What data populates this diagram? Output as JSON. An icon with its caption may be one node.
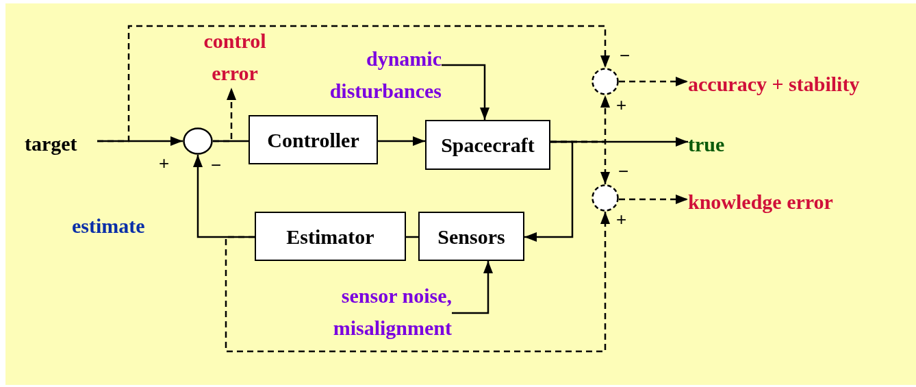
{
  "diagram": {
    "nodes": [
      {
        "text": [
          "target"
        ]
      },
      {
        "text": [],
        "shape": "circle"
      },
      {
        "text": [
          "control error"
        ]
      },
      {
        "text": [
          "Controller"
        ]
      },
      {
        "text": [
          "dynamic disturbances"
        ]
      },
      {
        "text": [
          "Spacecraft"
        ]
      },
      {
        "text": [],
        "shape": "circle"
      },
      {
        "text": [
          "accuracy + stability"
        ]
      },
      {
        "text": [
          "true"
        ]
      },
      {
        "text": [],
        "shape": "circle"
      },
      {
        "text": [
          "knowledge error"
        ]
      },
      {
        "text": [
          "Sensors"
        ]
      },
      {
        "text": [
          "Estimator"
        ]
      },
      {
        "text": [
          "sensor noise, misalignment"
        ]
      }
    ],
    "edges": [
      {
        "from": 0,
        "to": 1,
        "arrow": "to"
      },
      {
        "from": 0,
        "to": 6,
        "arrow": "to",
        "style": "dashed"
      },
      {
        "from": 1,
        "to": 2,
        "arrow": "to",
        "style": "dashed"
      },
      {
        "from": 1,
        "to": 3,
        "arrow": "none"
      },
      {
        "from": 3,
        "to": 5,
        "arrow": "to"
      },
      {
        "from": 4,
        "to": 5,
        "arrow": "to"
      },
      {
        "from": 5,
        "to": 8,
        "arrow": "to"
      },
      {
        "from": 5,
        "to": 11,
        "arrow": "to"
      },
      {
        "from": 5,
        "to": 6,
        "arrow": "to",
        "style": "dashed"
      },
      {
        "from": 5,
        "to": 9,
        "arrow": "to",
        "style": "dashed"
      },
      {
        "from": 6,
        "to": 7,
        "arrow": "to",
        "style": "dashed"
      },
      {
        "from": 9,
        "to": 10,
        "arrow": "to",
        "style": "dashed"
      },
      {
        "from": 11,
        "to": 12,
        "arrow": "none"
      },
      {
        "from": 12,
        "to": 1,
        "arrow": "to"
      },
      {
        "from": 12,
        "to": 9,
        "arrow": "to",
        "style": "dashed"
      },
      {
        "from": 13,
        "to": 11,
        "arrow": "to"
      }
    ],
    "labels": [
      "−",
      "+",
      "+",
      "−",
      "−",
      "+",
      "estimate"
    ]
  }
}
